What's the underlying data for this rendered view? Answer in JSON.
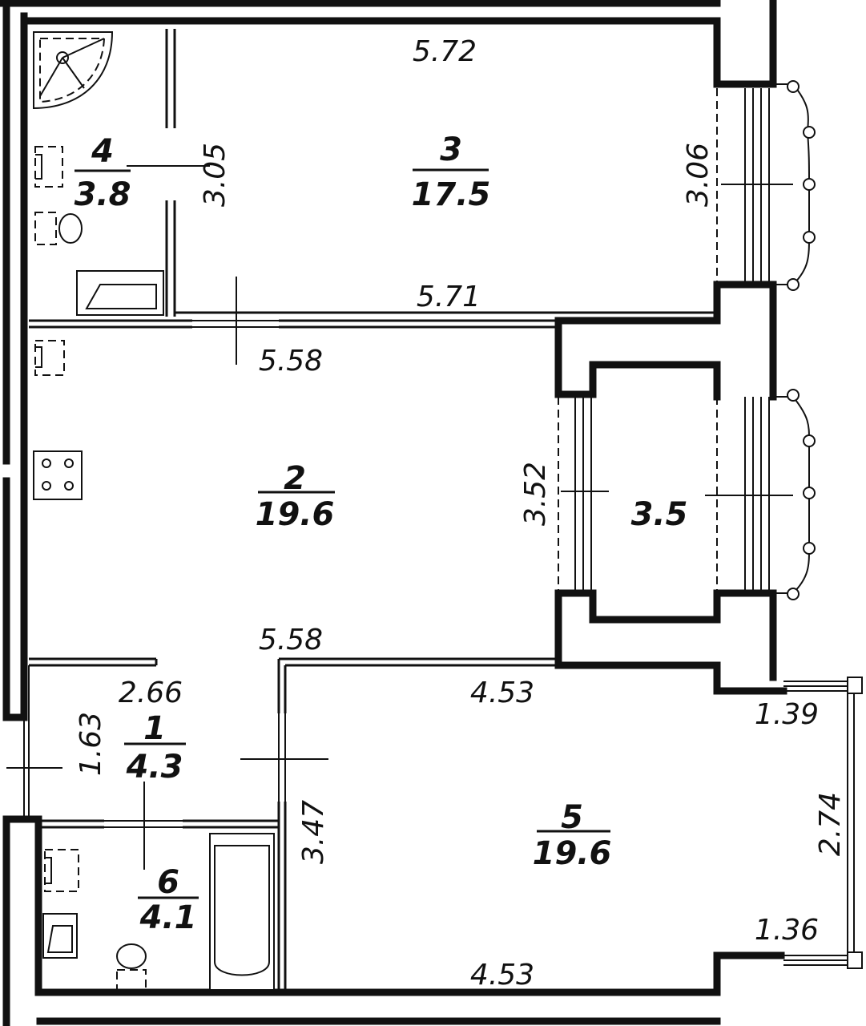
{
  "rooms": [
    {
      "number": "1",
      "area": "4.3"
    },
    {
      "number": "2",
      "area": "19.6"
    },
    {
      "number": "3",
      "area": "17.5"
    },
    {
      "number": "4",
      "area": "3.8"
    },
    {
      "number": "5",
      "area": "19.6"
    },
    {
      "number": "6",
      "area": "4.1"
    },
    {
      "number": "",
      "area": "3.5"
    }
  ],
  "dimensions": {
    "room3_top": "5.72",
    "room3_bottom": "5.71",
    "room3_left": "3.05",
    "room3_right": "3.06",
    "room2_top": "5.58",
    "room2_bottom": "5.58",
    "room2_right": "3.52",
    "room1_top": "2.66",
    "room1_left": "1.63",
    "room5_top": "4.53",
    "room5_bottom": "4.53",
    "room5_left": "3.47",
    "room5_right": "2.74",
    "bay_top": "1.39",
    "bay_bottom": "1.36"
  }
}
